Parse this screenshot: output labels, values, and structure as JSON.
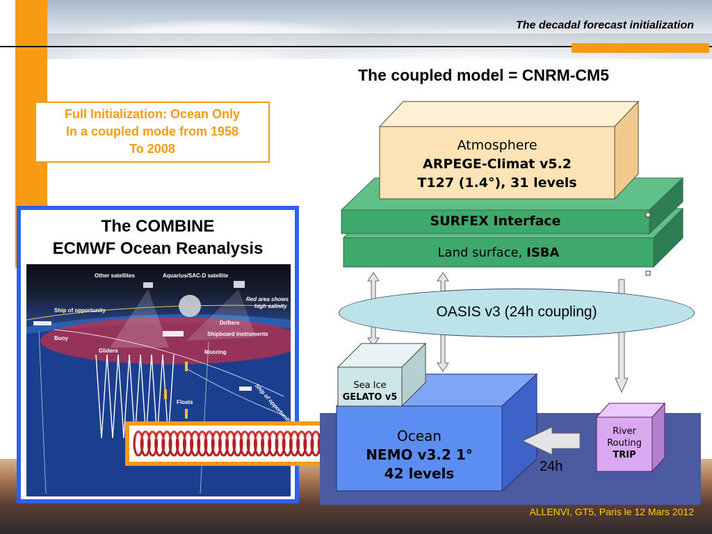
{
  "header": {
    "title": "The decadal forecast initialization"
  },
  "main_title": "The coupled model = CNRM-CM5",
  "init_box": {
    "line1": "Full Initialization: Ocean Only",
    "line2": "In a coupled mode from 1958",
    "line3": "To 2008"
  },
  "combine": {
    "title_line1": "The COMBINE",
    "title_line2": "ECMWF Ocean Reanalysis",
    "image_labels": [
      "Other satellites",
      "Aquarius/SAC-D satellite",
      "Red area shows",
      "high salinity",
      "Ship of opportunity",
      "Drifters",
      "Shipboard instruments",
      "Buoy",
      "Gliders",
      "Mooring",
      "Floats",
      "Ship of opportunity"
    ]
  },
  "atmosphere": {
    "label": "Atmosphere",
    "model": "ARPEGE-Climat v5.2",
    "resolution": "T127 (1.4°), 31 levels"
  },
  "surfex": {
    "label": "SURFEX Interface"
  },
  "land": {
    "label_plain": "Land surface,",
    "label_bold": "ISBA"
  },
  "oasis": {
    "label": "OASIS v3 (24h coupling)"
  },
  "sea_ice": {
    "label": "Sea Ice",
    "model": "GELATO v5"
  },
  "ocean": {
    "label": "Ocean",
    "model": "NEMO v3.2 1°",
    "levels": "42 levels"
  },
  "river": {
    "line1": "River",
    "line2": "Routing",
    "model": "TRIP"
  },
  "coupling_period": "24h",
  "footer": {
    "text": "ALLENVI, GT5, Paris le 12 Mars 2012"
  },
  "colors": {
    "accent_orange": "#f79a14",
    "panel_blue": "#2f5ff0",
    "atmosphere_fill": "#fde3b5",
    "land_green": "#3fa86b",
    "oasis_fill": "#bde3ea",
    "ocean_fill": "#5b8ef0",
    "sea_ice_fill": "#cfe6e8",
    "river_fill": "#d9a8f0"
  }
}
